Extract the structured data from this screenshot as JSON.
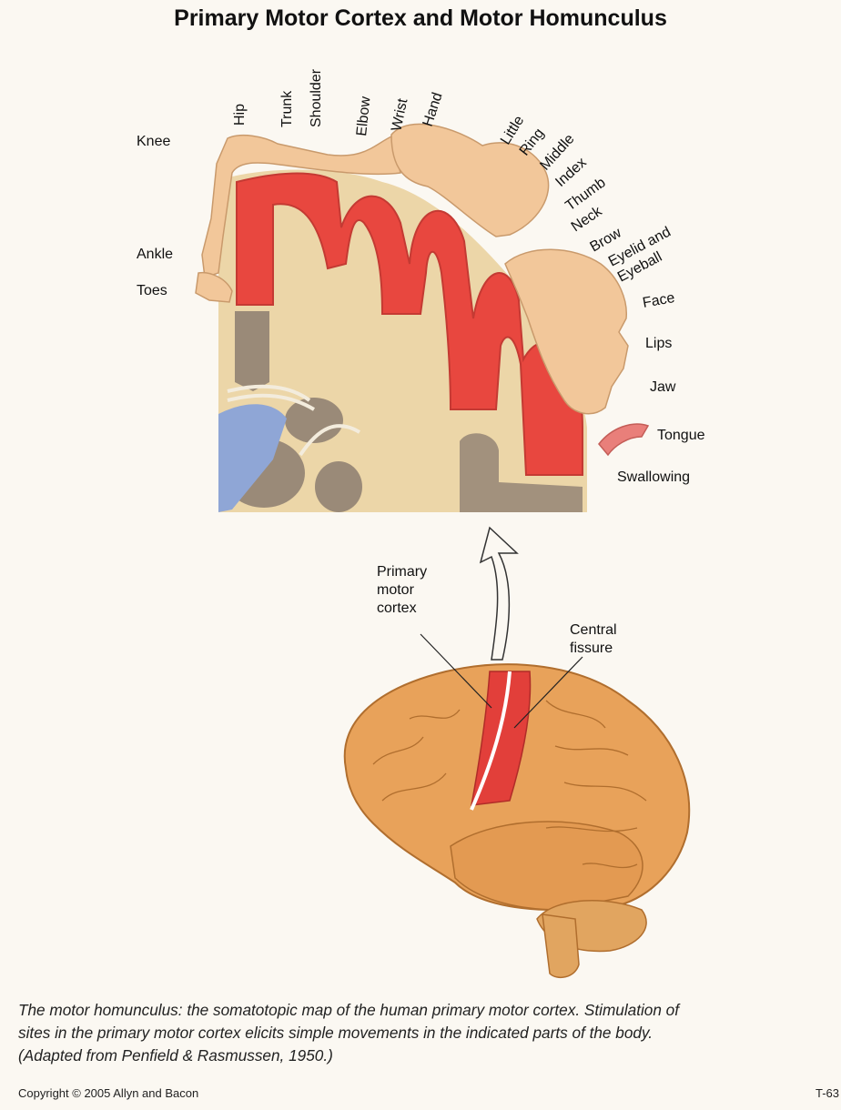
{
  "title": "Primary Motor Cortex and Motor Homunculus",
  "body_parts": [
    "Knee",
    "Hip",
    "Trunk",
    "Shoulder",
    "Elbow",
    "Wrist",
    "Hand",
    "Little",
    "Ring",
    "Middle",
    "Index",
    "Thumb",
    "Neck",
    "Brow",
    "Eyelid and",
    "Eyeball",
    "Face",
    "Lips",
    "Jaw",
    "Tongue",
    "Swallowing",
    "Ankle",
    "Toes"
  ],
  "callouts": {
    "motor_cortex": [
      "Primary",
      "motor",
      "cortex"
    ],
    "central_fissure": [
      "Central",
      "fissure"
    ]
  },
  "caption": [
    "The motor homunculus: the somatotopic map of the human primary motor cortex. Stimulation of",
    "sites in the primary motor cortex elicits simple movements in the indicated parts of the body.",
    "(Adapted from Penfield & Rasmussen, 1950.)"
  ],
  "copyright": "Copyright © 2005 Allyn and Bacon",
  "code": "T-63",
  "colors": {
    "cortex_red": "#e8473f",
    "brain_tan": "#ecd6a8",
    "gray_matter": "#9a8a78",
    "skin": "#f2c79a",
    "brain_orange": "#e8a25a",
    "ventricle_blue": "#8fa6d6"
  }
}
